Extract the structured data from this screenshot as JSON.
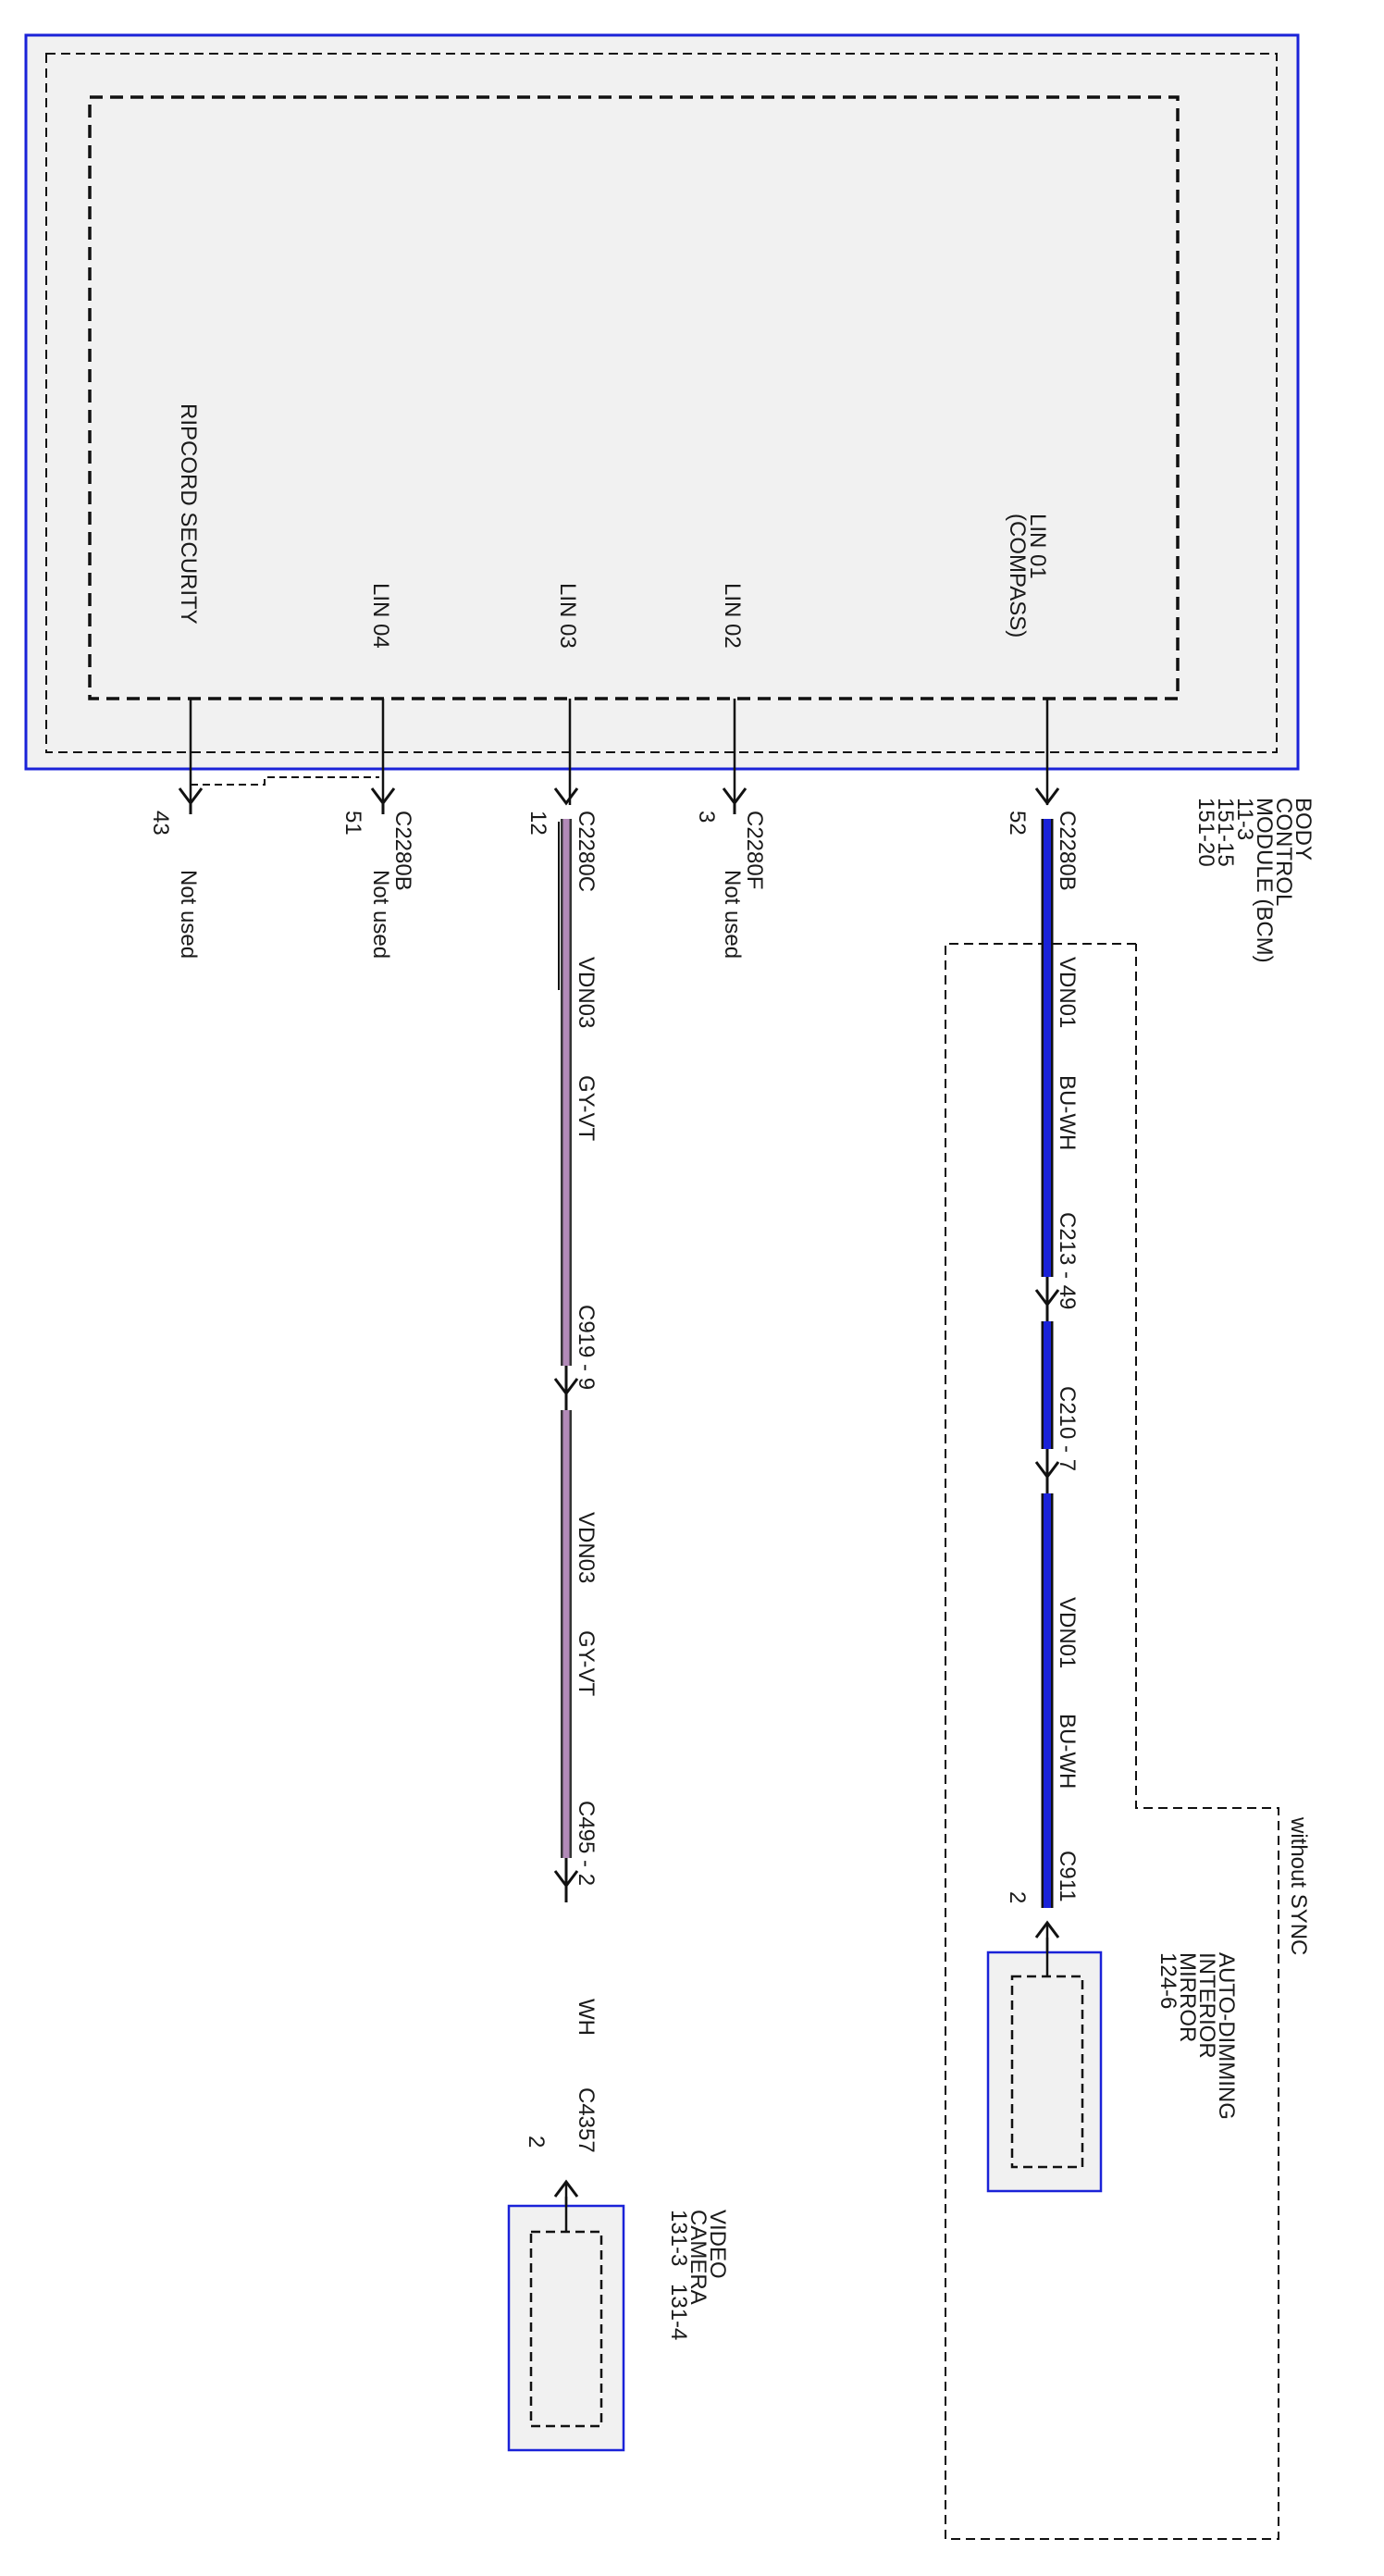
{
  "colors": {
    "module_outline": "#1a22d8",
    "module_fill": "#f1f1f1",
    "wire_black": "#111111",
    "wire_bu_wh_core": "#1a22d8",
    "wire_gy_vt_core": "#b28ab8"
  },
  "bcm": {
    "name_line1": "BODY",
    "name_line2": "CONTROL",
    "name_line3": "MODULE (BCM)",
    "page1": "11-3",
    "page2": "151-15",
    "page3": "151-20",
    "pin_labels": {
      "lin01_line1": "LIN 01",
      "lin01_line2": "(COMPASS)",
      "lin02": "LIN 02",
      "lin03": "LIN 03",
      "lin04": "LIN 04",
      "ripcord": "RIPCORD SECURITY"
    }
  },
  "connectors": {
    "lin01": {
      "connector": "C2280B",
      "pin": "52"
    },
    "lin02": {
      "connector": "C2280F",
      "pin": "3",
      "note": "Not used"
    },
    "lin03": {
      "connector": "C2280C",
      "pin": "12"
    },
    "lin04": {
      "connector": "C2280B",
      "pin": "51",
      "note": "Not used"
    },
    "ripcord": {
      "pin": "43",
      "note": "Not used"
    }
  },
  "circuit_vdn01": {
    "name": "VDN01",
    "color": "BU-WH",
    "inline1": "C213 - 49",
    "inline2": "C210 - 7",
    "end_connector": "C911",
    "end_pin": "2"
  },
  "circuit_vdn03": {
    "name": "VDN03",
    "color": "GY-VT",
    "inline1": "C919 - 9",
    "inline2": "C495 - 2",
    "after_color": "WH",
    "end_connector": "C4357",
    "end_pin": "2"
  },
  "mirror": {
    "line1": "AUTO-DIMMING",
    "line2": "INTERIOR",
    "line3": "MIRROR",
    "page": "124-6"
  },
  "camera": {
    "line1": "VIDEO",
    "line2": "CAMERA",
    "page1": "131-3",
    "page2": "131-4"
  },
  "option_box": {
    "label": "without SYNC"
  }
}
